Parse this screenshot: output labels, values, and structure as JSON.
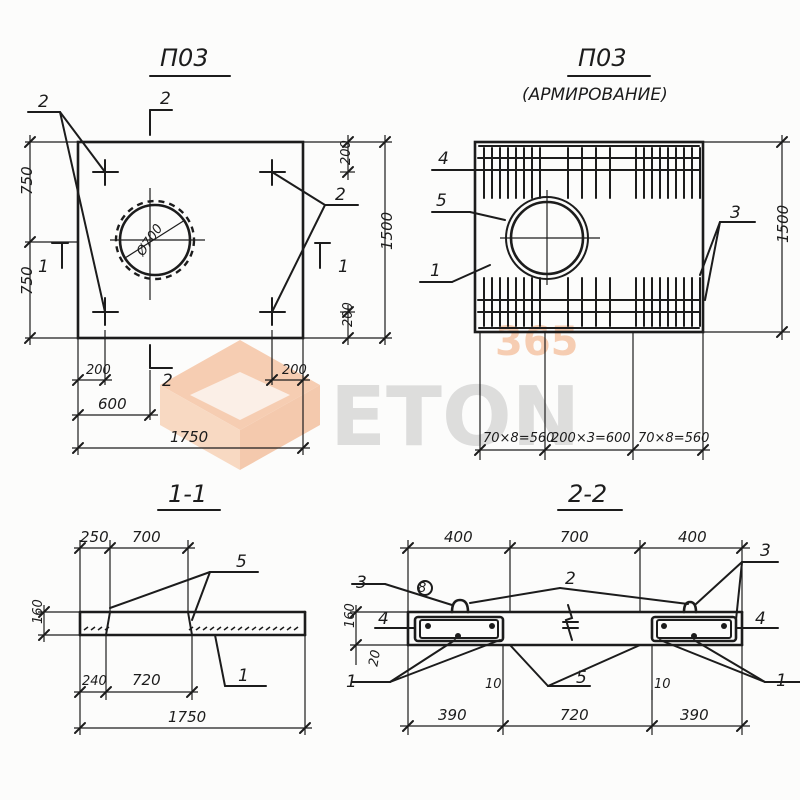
{
  "titles": {
    "plan": "П03",
    "plan_reinf": "П03",
    "plan_reinf_sub": "(АРМИРОВАНИЕ)",
    "section_1": "1-1",
    "section_2": "2-2"
  },
  "plan": {
    "marks": {
      "section_2_top": "2",
      "section_2_bottom": "2",
      "section_1_left": "1",
      "section_1_right": "1",
      "pos_2_left": "2",
      "pos_2_right": "2"
    },
    "dims": {
      "left_upper": "750",
      "left_lower": "750",
      "right_top": "200",
      "right_bottom": "200",
      "right_total": "1500",
      "bottom_left": "200",
      "bottom_right": "200",
      "bottom_600": "600",
      "bottom_total": "1750",
      "hole_diam": "Ø700"
    }
  },
  "reinf": {
    "marks": {
      "pos_4": "4",
      "pos_5": "5",
      "pos_1": "1",
      "pos_3": "3"
    },
    "dims": {
      "right_total": "1500",
      "bottom_left": "70×8=560",
      "bottom_mid": "200×3=600",
      "bottom_right": "70×8=560"
    }
  },
  "section1": {
    "dims": {
      "top_250": "250",
      "top_700": "700",
      "left_160": "160",
      "bottom_240": "240",
      "bottom_720": "720",
      "total": "1750"
    },
    "marks": {
      "pos_5": "5",
      "pos_1": "1"
    }
  },
  "section2": {
    "dims": {
      "top_left": "400",
      "top_mid": "700",
      "top_right": "400",
      "left_160": "160",
      "left_20": "20",
      "gap_left": "10",
      "gap_right": "10",
      "bottom_left": "390",
      "bottom_mid": "720",
      "bottom_right": "390"
    },
    "marks": {
      "pos_3_left": "3",
      "pos_3_right": "3",
      "pos_8": "8",
      "pos_2": "2",
      "pos_4_left": "4",
      "pos_4_right": "4",
      "pos_1_left": "1",
      "pos_1_right": "1",
      "pos_5": "5"
    }
  },
  "watermark": {
    "top": "365",
    "main": "ETON"
  },
  "colors": {
    "ink": "#1c1c1c",
    "watermark_orange": "#f2a878",
    "watermark_grey": "#c4c4c4"
  }
}
